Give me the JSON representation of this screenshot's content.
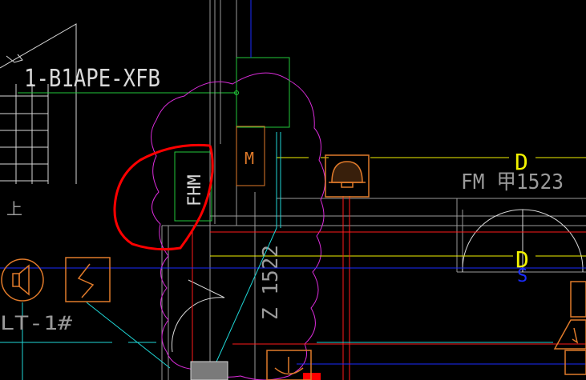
{
  "drawing": {
    "colors": {
      "background": "#000000",
      "white": "#d8d8d8",
      "grey": "#9a9a9a",
      "green": "#22c93a",
      "blue": "#1a2cff",
      "cyan": "#1fd6d6",
      "yellow": "#f2f200",
      "red": "#ff1a1a",
      "magenta": "#d92cd9",
      "orange": "#e07a2a",
      "markup_red": "#ff0000"
    },
    "labels": {
      "panel_tag": "1-B1APE-XFB",
      "fhm_box": "FHM",
      "m_box": "M",
      "door_tag": "FM 甲1523",
      "vertical_tag": "Z 1522",
      "stair_up": "上",
      "speaker_tag": "LT-1#",
      "line_tag_d1": "D",
      "line_tag_d2": "D",
      "line_tag_s": "S"
    },
    "icons": [
      "speaker-icon",
      "module-icon",
      "bell-icon",
      "alarm-icon",
      "junction-icon"
    ]
  }
}
